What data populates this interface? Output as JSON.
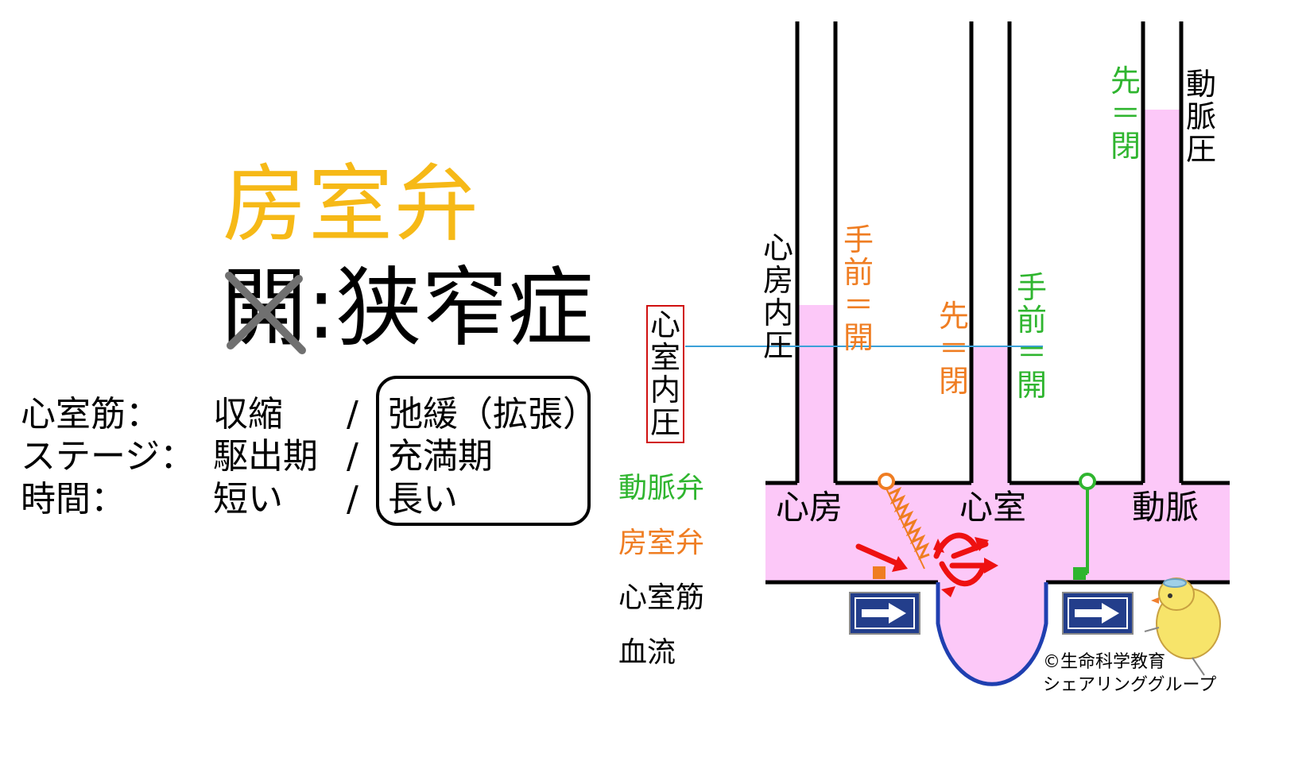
{
  "title": "房室弁",
  "subtitle": {
    "char_open": "開",
    "rest": ":狭窄症"
  },
  "table": {
    "rows": [
      {
        "label": "心室筋：",
        "left": "収縮",
        "sep": "/",
        "right": "弛緩（拡張）"
      },
      {
        "label": "ステージ：",
        "left": "駆出期",
        "sep": "/",
        "right": "充満期"
      },
      {
        "label": "時間：",
        "left": "短い",
        "sep": "/",
        "right": "長い"
      }
    ]
  },
  "diagram": {
    "lv_pressure_label": "心室内圧",
    "la_pressure_label": "心房内圧",
    "artery_pressure_label": "動脈圧",
    "av_front_label": "手前＝開",
    "av_back_label": "先＝閉",
    "ao_front_label": "手前＝開",
    "ao_back_label": "先＝閉",
    "chambers": {
      "atrium": "心房",
      "ventricle": "心室",
      "artery": "動脈"
    },
    "legend": [
      {
        "label": "動脈弁",
        "color": "#2fb52f"
      },
      {
        "label": "房室弁",
        "color": "#ef7d22"
      },
      {
        "label": "心室筋",
        "color": "#000000"
      },
      {
        "label": "血流",
        "color": "#000000"
      }
    ],
    "copyright": "©生命科学教育\nシェアリンググループ",
    "colors": {
      "blood": "#fcc8f8",
      "av_valve": "#ef7d22",
      "aortic_valve": "#2fb52f",
      "pressure_line": "#3aa0d8",
      "ventricle_wall": "#1f3fb0",
      "flow_arrow": "#ee1111"
    }
  }
}
